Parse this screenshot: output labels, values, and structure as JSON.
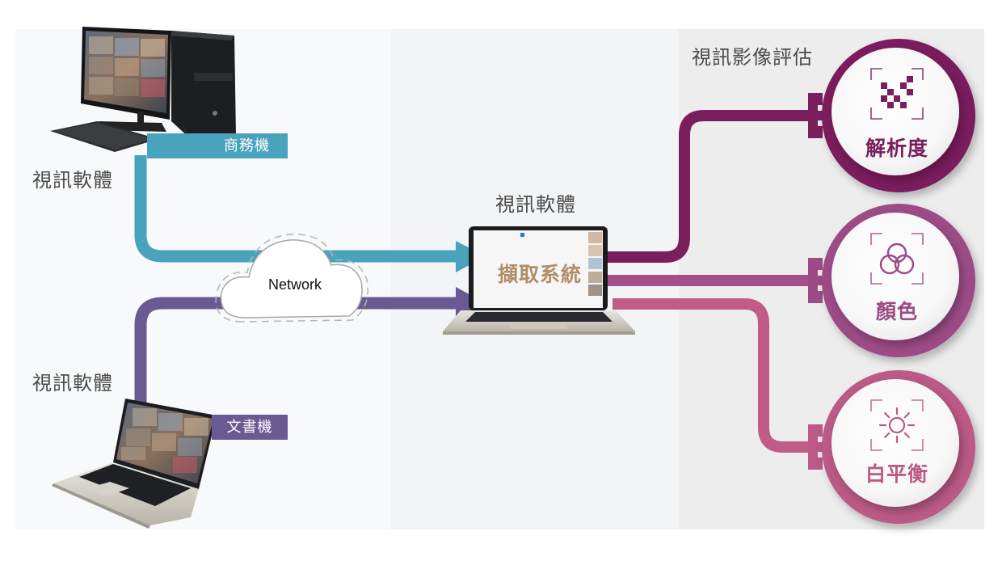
{
  "diagram": {
    "title": "視訊影像評估",
    "source_devices": [
      {
        "id": "business",
        "software_label": "視訊軟體",
        "device_label": "商務機",
        "device_type": "desktop-pc",
        "color": "#4aa3bd"
      },
      {
        "id": "document",
        "software_label": "視訊軟體",
        "device_label": "文書機",
        "device_type": "laptop",
        "color": "#6a5a93"
      }
    ],
    "network": {
      "label": "Network",
      "icon": "cloud-icon"
    },
    "capture": {
      "software_label": "視訊軟體",
      "system_label": "擷取系統",
      "device_type": "laptop",
      "label_color": "#b08d66"
    },
    "evaluations": [
      {
        "id": "resolution",
        "label": "解析度",
        "icon": "resolution-pixels-icon",
        "color": "#7a1f5d"
      },
      {
        "id": "color",
        "label": "顏色",
        "icon": "color-circles-icon",
        "color": "#9c4b86"
      },
      {
        "id": "white_balance",
        "label": "白平衡",
        "icon": "sun-icon",
        "color": "#bb5a84"
      }
    ]
  }
}
